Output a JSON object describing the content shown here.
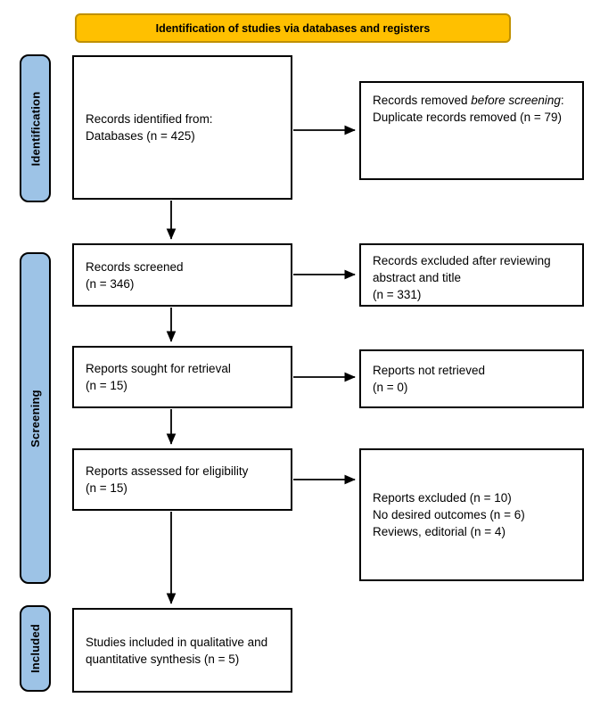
{
  "banner": {
    "label": "Identification of studies via databases and registers"
  },
  "stages": [
    {
      "id": "identification",
      "label": "Identification"
    },
    {
      "id": "screening",
      "label": "Screening"
    },
    {
      "id": "included",
      "label": "Included"
    }
  ],
  "boxes": {
    "records_identified": {
      "line1": "Records identified from:",
      "line2": "Databases (n = 425)"
    },
    "records_removed": {
      "text_before_italic": "Records removed ",
      "text_italic": "before screening",
      "text_after_italic": ":",
      "line2": "Duplicate records removed (n = 79)"
    },
    "records_screened": {
      "line1": "Records screened",
      "line2": "(n = 346)"
    },
    "records_excluded": {
      "line1": "Records excluded after reviewing abstract and title",
      "line2": "(n = 331)"
    },
    "reports_sought": {
      "line1": "Reports sought for retrieval",
      "line2": "(n = 15)"
    },
    "reports_not_retrieved": {
      "line1": "Reports not retrieved",
      "line2": "(n = 0)"
    },
    "reports_assessed": {
      "line1": "Reports assessed for eligibility",
      "line2": "(n = 15)"
    },
    "reports_excluded": {
      "line1": "Reports excluded (n = 10)",
      "line2": "No desired outcomes (n = 6)",
      "line3": "Reviews, editorial (n = 4)"
    },
    "studies_included": {
      "line1": "Studies included in qualitative and quantitative synthesis (n = 5)"
    }
  },
  "colors": {
    "banner_fill": "#FFC000",
    "banner_border": "#BF9000",
    "stage_fill": "#9DC3E6",
    "stage_border": "#000000",
    "box_fill": "#FFFFFF",
    "box_border": "#000000",
    "arrow": "#000000"
  }
}
